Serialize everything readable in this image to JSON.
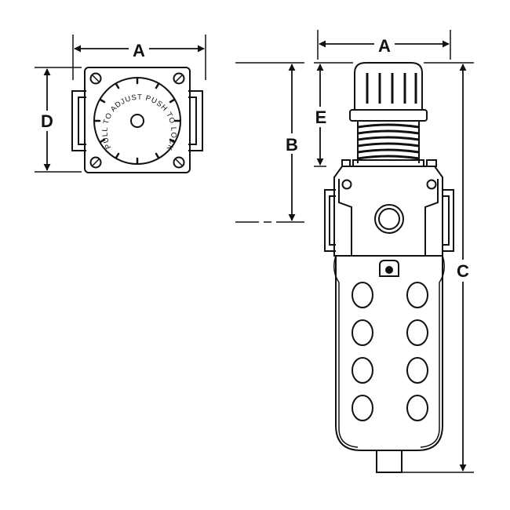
{
  "dimensions": {
    "top_view_width": "A",
    "top_view_depth": "D",
    "front_view_width": "A",
    "front_view_upper_height": "B",
    "front_view_total_height": "C",
    "front_view_knob_height": "E"
  },
  "top_view": {
    "knob_text": "× PULL TO ADJUST  PUSH TO LOCK -"
  },
  "colors": {
    "line": "#111111",
    "background": "#ffffff"
  }
}
